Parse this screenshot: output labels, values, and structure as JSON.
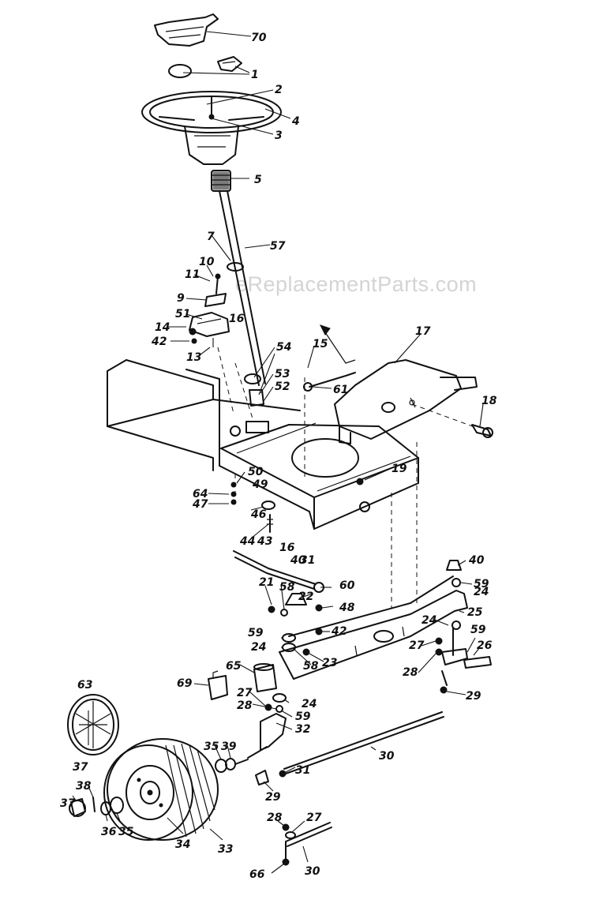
{
  "watermark": "eReplacementParts.com",
  "callouts": [
    "70",
    "1",
    "2",
    "4",
    "3",
    "5",
    "7",
    "57",
    "10",
    "11",
    "9",
    "51",
    "16",
    "14",
    "42",
    "13",
    "54",
    "15",
    "17",
    "53",
    "52",
    "61",
    "18",
    "50",
    "64",
    "49",
    "47",
    "46",
    "19",
    "44",
    "43",
    "16",
    "40",
    "31",
    "21",
    "58",
    "22",
    "60",
    "48",
    "40",
    "59",
    "24",
    "25",
    "59",
    "24",
    "42",
    "23",
    "58",
    "24",
    "59",
    "26",
    "27",
    "28",
    "65",
    "69",
    "27",
    "24",
    "28",
    "59",
    "32",
    "29",
    "63",
    "30",
    "35",
    "39",
    "37",
    "38",
    "37",
    "31",
    "29",
    "28",
    "27",
    "36",
    "35",
    "34",
    "33",
    "66",
    "30"
  ]
}
